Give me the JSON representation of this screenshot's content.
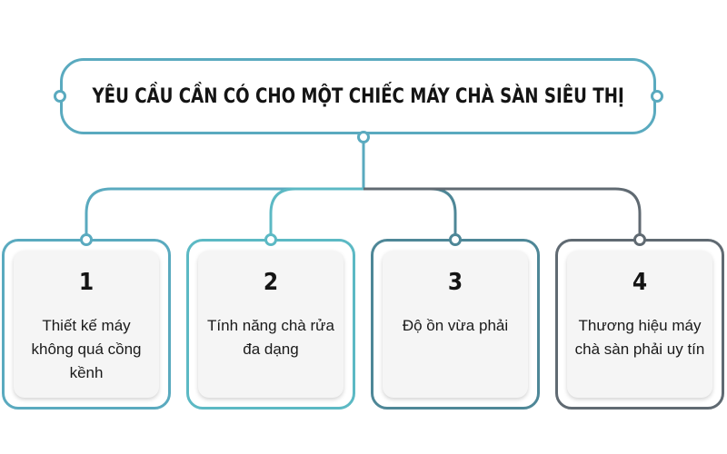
{
  "title": "YÊU CẦU CẦN CÓ CHO MỘT CHIẾC MÁY CHÀ SÀN SIÊU THỊ",
  "cards": [
    {
      "number": "1",
      "text": "Thiết kế máy không quá cồng kềnh",
      "color": "#5aaabf"
    },
    {
      "number": "2",
      "text": "Tính năng chà rửa đa dạng",
      "color": "#5cb9c4"
    },
    {
      "number": "3",
      "text": "Độ ồn vừa phải",
      "color": "#4e8797"
    },
    {
      "number": "4",
      "text": "Thương hiệu máy chà sàn phải uy tín",
      "color": "#606a72"
    }
  ],
  "colors": {
    "title_border": "#5aaabf",
    "title_text": "#141414"
  }
}
